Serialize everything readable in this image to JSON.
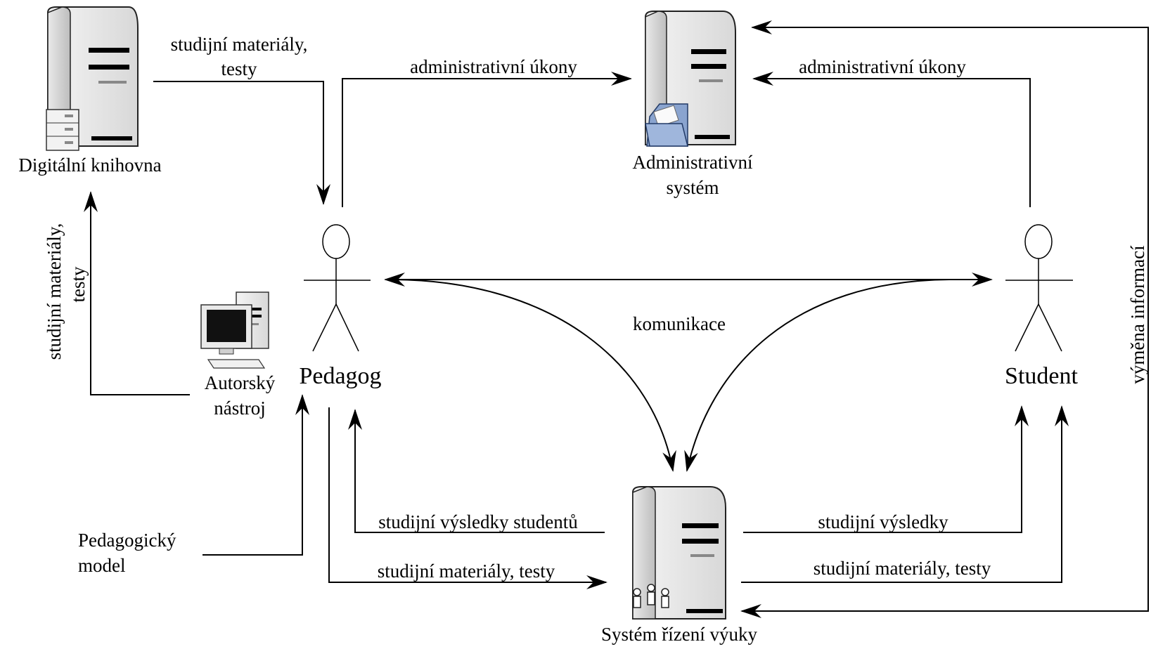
{
  "nodes": {
    "digital_library": {
      "label": "Digitální knihovna"
    },
    "admin_system": {
      "label_lines": [
        "Administrativní",
        "systém"
      ]
    },
    "lms": {
      "label": "Systém řízení výuky"
    },
    "authoring_tool": {
      "label_lines": [
        "Autorský",
        "nástroj"
      ]
    },
    "pedagogical_model": {
      "label_lines": [
        "Pedagogický",
        "model"
      ]
    },
    "teacher": {
      "label": "Pedagog"
    },
    "student": {
      "label": "Student"
    }
  },
  "edges": {
    "library_to_teacher": {
      "label_lines": [
        "studijní materiály,",
        "testy"
      ]
    },
    "teacher_to_admin": {
      "label": "administrativní úkony"
    },
    "student_to_admin": {
      "label": "administrativní úkony"
    },
    "tool_to_library": {
      "label_lines": [
        "studijní materiály,",
        "testy"
      ]
    },
    "communication": {
      "label": "komunikace"
    },
    "lms_results_to_teacher": {
      "label": "studijní výsledky studentů"
    },
    "teacher_materials_to_lms": {
      "label": "studijní materiály, testy"
    },
    "lms_results_to_student": {
      "label": "studijní výsledky"
    },
    "lms_materials_to_student": {
      "label": "studijní materiály, testy"
    },
    "info_exchange": {
      "label": "výměna informací"
    }
  }
}
